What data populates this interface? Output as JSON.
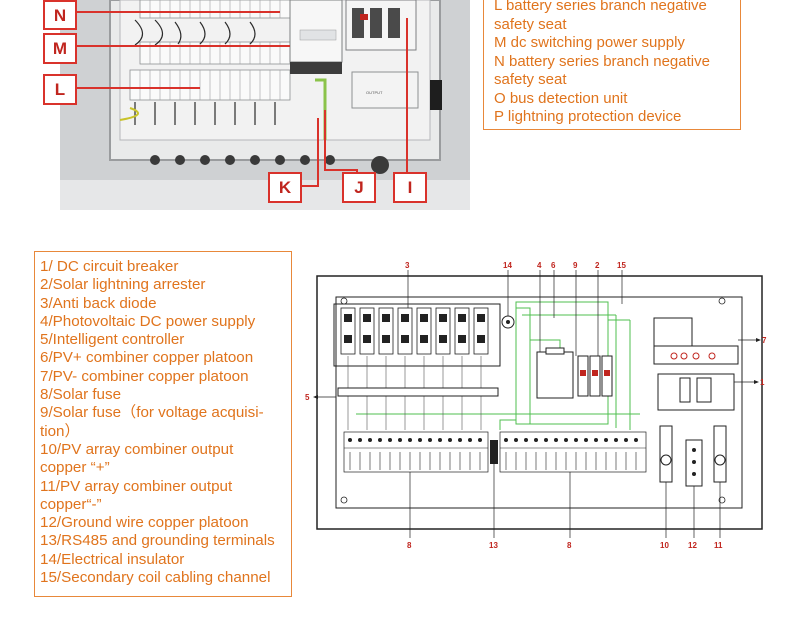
{
  "photo": {
    "callouts": {
      "n": "N",
      "m": "M",
      "l": "L",
      "k": "K",
      "j": "J",
      "i": "I"
    },
    "device_label": "OUTPUT"
  },
  "legend_top": {
    "items": [
      "L battery series branch negative",
      "safety seat",
      "M dc switching power supply",
      "N battery series branch negative",
      "safety seat",
      "O bus detection unit",
      "P lightning protection device"
    ]
  },
  "legend_bottom": {
    "items": [
      "1/ DC circuit breaker",
      "2/Solar lightning arrester",
      "3/Anti back diode",
      "4/Photovoltaic DC power supply",
      "5/Intelligent controller",
      "6/PV+ combiner copper platoon",
      "7/PV- combiner copper platoon",
      "8/Solar fuse",
      "9/Solar fuse（for voltage acquisi-",
      "tion）",
      "10/PV array combiner output",
      "copper “+”",
      "11/PV array combiner output",
      "copper“-”",
      "12/Ground wire copper platoon",
      "13/RS485 and grounding terminals",
      "14/Electrical insulator",
      "15/Secondary coil cabling channel"
    ]
  },
  "diagram": {
    "labels": {
      "n1": "1",
      "n2": "2",
      "n3": "3",
      "n4": "4",
      "n5": "5",
      "n6": "6",
      "n7": "7",
      "n8a": "8",
      "n8b": "8",
      "n9": "9",
      "n10": "10",
      "n11": "11",
      "n12": "12",
      "n13": "13",
      "n14": "14",
      "n15": "15"
    }
  },
  "colors": {
    "accent": "#e0741d",
    "callout": "#c0251e",
    "wire": "#4fbf4f"
  }
}
